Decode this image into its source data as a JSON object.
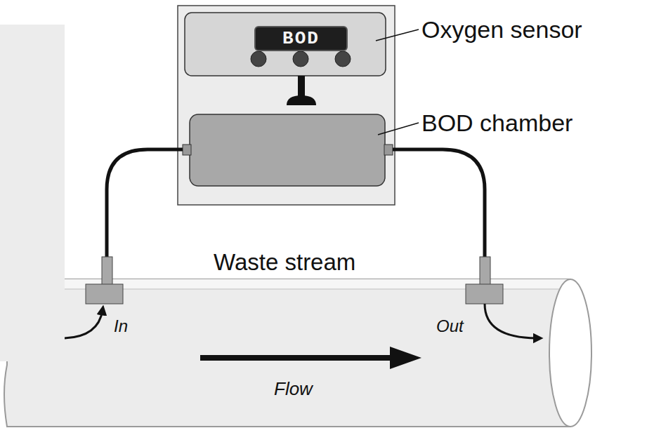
{
  "diagram": {
    "nodes": [
      {
        "text": [
          "BOD"
        ]
      }
    ],
    "labels": [
      "Oxygen sensor",
      "BOD chamber",
      "Waste stream",
      "In",
      "Out",
      "Flow"
    ]
  }
}
